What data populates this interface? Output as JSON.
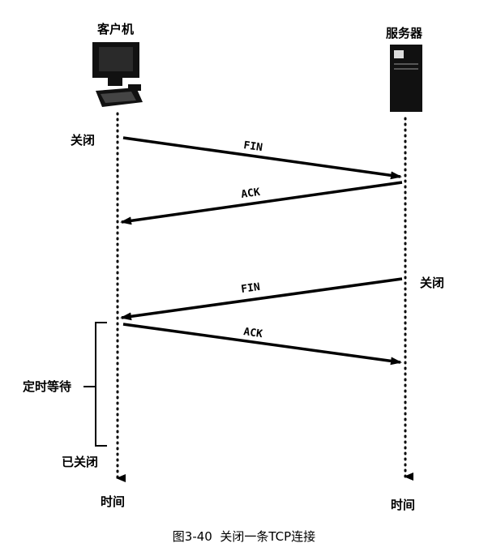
{
  "participants": {
    "client": "客户机",
    "server": "服务器"
  },
  "states": {
    "client_close": "关闭",
    "server_close": "关闭",
    "time_wait": "定时等待",
    "closed": "已关闭"
  },
  "axis": {
    "client_time": "时间",
    "server_time": "时间"
  },
  "messages": [
    {
      "label": "FIN"
    },
    {
      "label": "ACK"
    },
    {
      "label": "FIN"
    },
    {
      "label": "ACK"
    }
  ],
  "caption": "图3-40  关闭一条TCP连接"
}
